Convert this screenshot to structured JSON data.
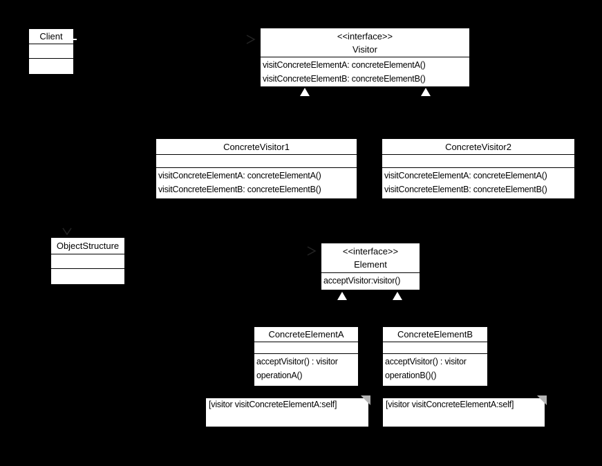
{
  "diagram": {
    "title": "Visitor design pattern UML class diagram",
    "colors": {
      "background": "#000000",
      "box_fill": "#ffffff",
      "box_border": "#000000",
      "text": "#000000",
      "note_fold": "#b4b4b4",
      "generalization_arrow": "#ffffff"
    },
    "classes": {
      "client": {
        "title": "Client"
      },
      "visitor": {
        "stereotype": "<<interface>>",
        "name": "Visitor",
        "methods": [
          "visitConcreteElementA: concreteElementA()",
          "visitConcreteElementB: concreteElementB()"
        ]
      },
      "concreteVisitor1": {
        "title": "ConcreteVisitor1",
        "methods": [
          "visitConcreteElementA: concreteElementA()",
          "visitConcreteElementB: concreteElementB()"
        ]
      },
      "concreteVisitor2": {
        "title": "ConcreteVisitor2",
        "methods": [
          "visitConcreteElementA: concreteElementA()",
          "visitConcreteElementB: concreteElementB()"
        ]
      },
      "objectStructure": {
        "title": "ObjectStructure"
      },
      "element": {
        "stereotype": "<<interface>>",
        "name": "Element",
        "methods": [
          "acceptVisitor:visitor()"
        ]
      },
      "concreteElementA": {
        "title": "ConcreteElementA",
        "methods": [
          "acceptVisitor() : visitor",
          "operationA()"
        ]
      },
      "concreteElementB": {
        "title": "ConcreteElementB",
        "methods": [
          "acceptVisitor() : visitor",
          "operationB()()"
        ]
      }
    },
    "notes": {
      "noteA": {
        "text": "[visitor visitConcreteElementA:self]"
      },
      "noteB": {
        "text": "[visitor visitConcreteElementA:self]"
      }
    }
  }
}
